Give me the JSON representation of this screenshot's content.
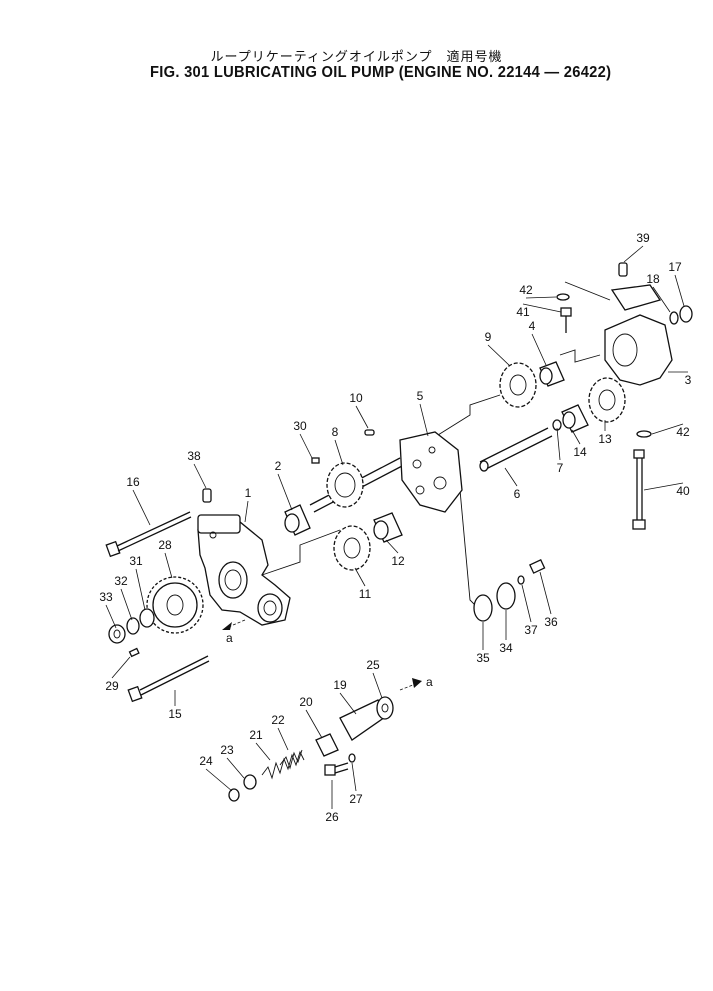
{
  "title_jp": "ループリケーティングオイルポンプ　適用号機",
  "title_en": "FIG. 301  LUBRICATING OIL PUMP (ENGINE NO. 22144 — 26422)",
  "view_marker": "a",
  "callouts": [
    {
      "num": "1"
    },
    {
      "num": "2"
    },
    {
      "num": "3"
    },
    {
      "num": "4"
    },
    {
      "num": "5"
    },
    {
      "num": "6"
    },
    {
      "num": "7"
    },
    {
      "num": "8"
    },
    {
      "num": "9"
    },
    {
      "num": "10"
    },
    {
      "num": "11"
    },
    {
      "num": "12"
    },
    {
      "num": "13"
    },
    {
      "num": "14"
    },
    {
      "num": "15"
    },
    {
      "num": "16"
    },
    {
      "num": "17"
    },
    {
      "num": "18"
    },
    {
      "num": "19"
    },
    {
      "num": "20"
    },
    {
      "num": "21"
    },
    {
      "num": "22"
    },
    {
      "num": "23"
    },
    {
      "num": "24"
    },
    {
      "num": "25"
    },
    {
      "num": "26"
    },
    {
      "num": "27"
    },
    {
      "num": "28"
    },
    {
      "num": "29"
    },
    {
      "num": "30"
    },
    {
      "num": "31"
    },
    {
      "num": "32"
    },
    {
      "num": "33"
    },
    {
      "num": "34"
    },
    {
      "num": "35"
    },
    {
      "num": "36"
    },
    {
      "num": "37"
    },
    {
      "num": "38"
    },
    {
      "num": "39"
    },
    {
      "num": "40"
    },
    {
      "num": "41"
    },
    {
      "num": "42"
    },
    {
      "num": "42"
    }
  ]
}
